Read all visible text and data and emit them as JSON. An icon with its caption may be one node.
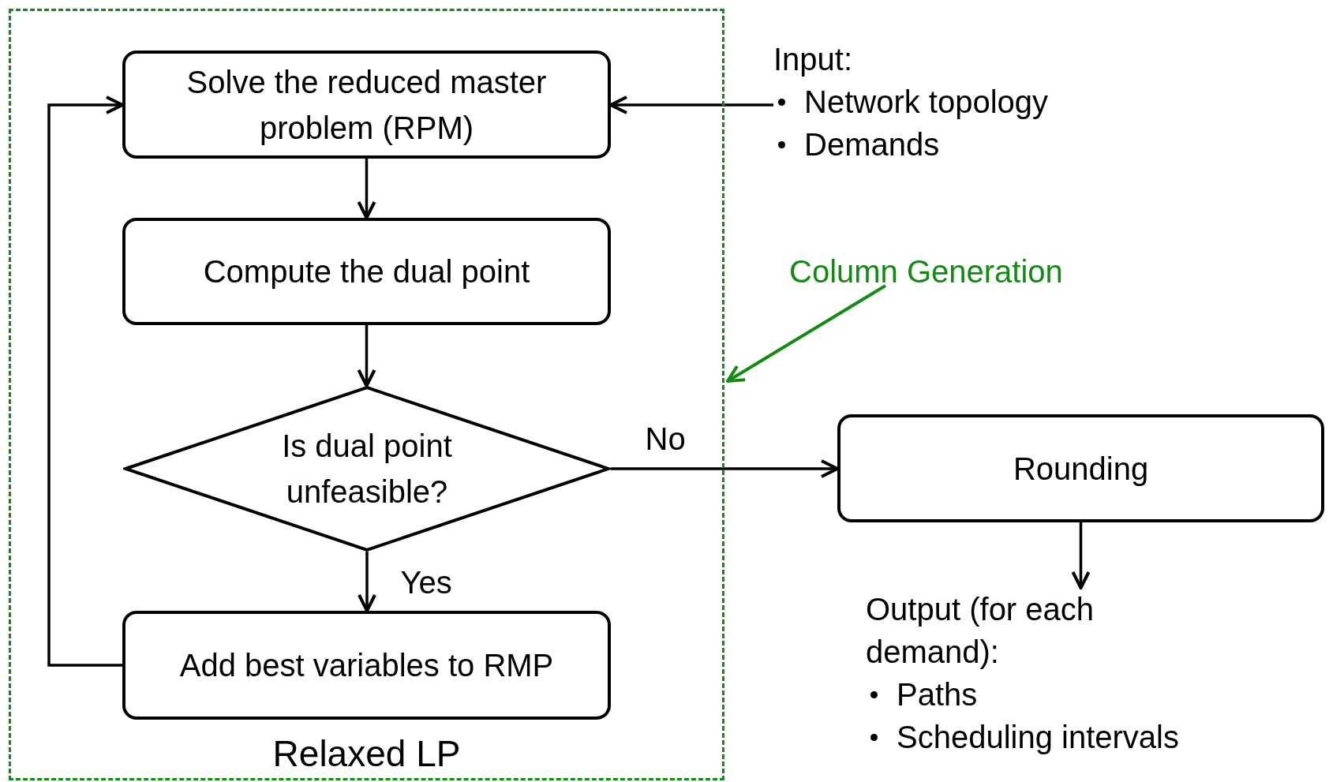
{
  "diagram": {
    "nodes": [
      {
        "text": [
          "Relaxed LP"
        ]
      },
      {
        "text": [
          "Solve the reduced master problem (RPM)"
        ],
        "in": 0
      },
      {
        "text": [
          "Compute the dual point"
        ],
        "in": 0
      },
      {
        "text": [
          "Is dual point unfeasible?"
        ],
        "in": 0
      },
      {
        "text": [
          "Add best variables to RMP"
        ],
        "in": 0
      },
      {
        "text": [
          "Input:",
          "Network topology",
          "Demands"
        ]
      },
      {
        "text": [
          "Rounding"
        ]
      },
      {
        "text": [
          "Output (for each demand):",
          "Paths",
          "Scheduling intervals"
        ]
      },
      {
        "text": [
          "Column Generation"
        ]
      }
    ],
    "edges": [
      {
        "from": 1,
        "to": 2,
        "arrow": "to"
      },
      {
        "from": 2,
        "to": 3,
        "arrow": "to"
      },
      {
        "from": 3,
        "to": 4,
        "arrow": "to",
        "label": "Yes"
      },
      {
        "from": 4,
        "to": 1,
        "arrow": "to"
      },
      {
        "from": 5,
        "to": 1,
        "arrow": "to"
      },
      {
        "from": 3,
        "to": 6,
        "arrow": "to",
        "label": "No"
      },
      {
        "from": 6,
        "to": 7,
        "arrow": "to"
      },
      {
        "from": 8,
        "to": 0,
        "arrow": "to",
        "color": "#138a13"
      }
    ]
  }
}
